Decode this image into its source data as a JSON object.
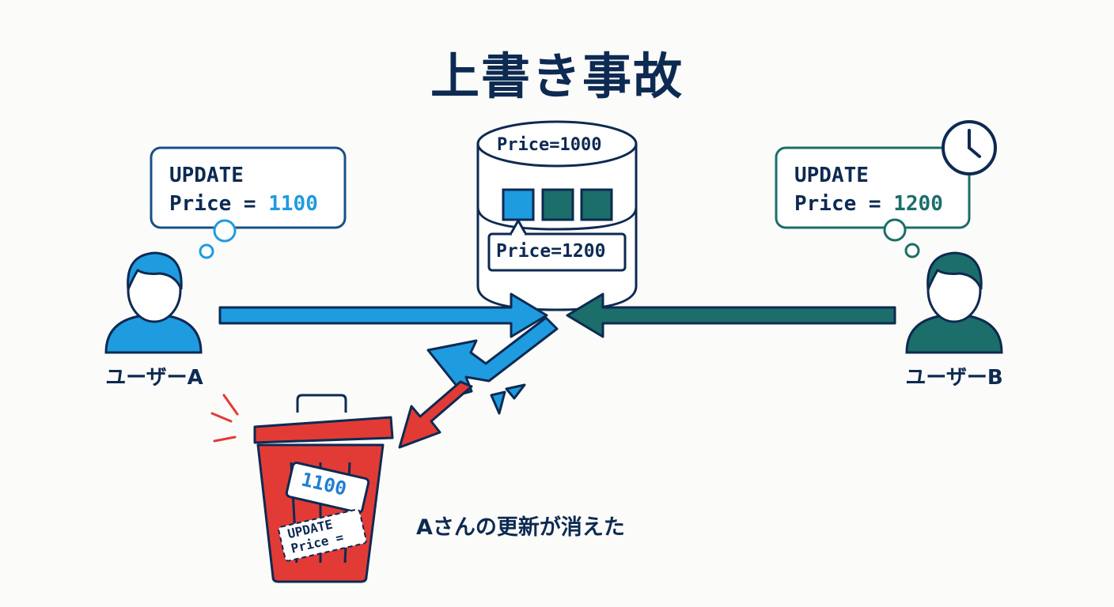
{
  "title": "上書き事故",
  "user_a": {
    "label": "ユーザーA",
    "bubble_line1": "UPDATE",
    "bubble_line2_prefix": "Price = ",
    "bubble_value": "1100",
    "color": "#1f9be0"
  },
  "user_b": {
    "label": "ユーザーB",
    "bubble_line1": "UPDATE",
    "bubble_line2_prefix": "Price = ",
    "bubble_value": "1200",
    "color": "#1b6e6a"
  },
  "database": {
    "top_label": "Price=1000",
    "result_label": "Price=1200"
  },
  "trash": {
    "card1": "1100",
    "card2_line1": "UPDATE",
    "card2_line2": "Price ="
  },
  "caption": "Aさんの更新が消えた",
  "colors": {
    "navy": "#0d2a52",
    "blue": "#1f9be0",
    "teal": "#1b6e6a",
    "red": "#e23b36"
  }
}
